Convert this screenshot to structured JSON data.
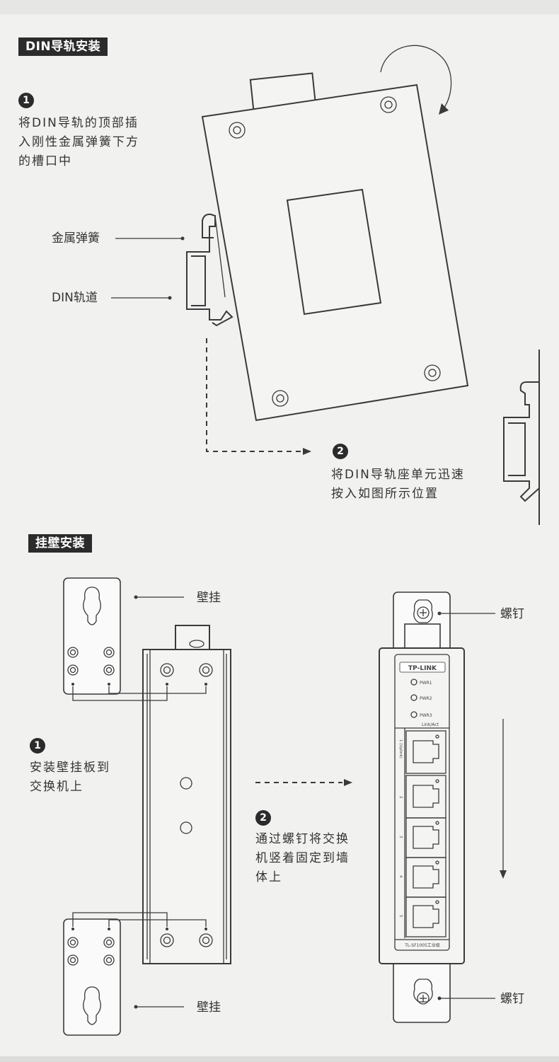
{
  "sections": {
    "din": {
      "title": "DIN导轨安装",
      "step1": {
        "number": "1",
        "lines": [
          "将DIN导轨的顶部插",
          "入刚性金属弹簧下方",
          "的槽口中"
        ]
      },
      "step2": {
        "number": "2",
        "lines": [
          "将DIN导轨座单元迅速",
          "按入如图所示位置"
        ]
      },
      "labels": {
        "spring": "金属弹簧",
        "rail": "DIN轨道"
      }
    },
    "wall": {
      "title": "挂壁安装",
      "step1": {
        "number": "1",
        "lines": [
          "安装壁挂板到",
          "交换机上"
        ]
      },
      "step2": {
        "number": "2",
        "lines": [
          "通过螺钉将交换",
          "机竖着固定到墙",
          "体上"
        ]
      },
      "labels": {
        "bracket_top": "壁挂",
        "bracket_bottom": "壁挂",
        "screw_top": "螺钉",
        "screw_bottom": "螺钉"
      }
    }
  },
  "device": {
    "brand": "TP-LINK",
    "leds": [
      "PWR1",
      "PWR2",
      "PWR3"
    ],
    "port_header": "Link/Act",
    "ports": [
      "1 (Uplink)",
      "2",
      "3",
      "4",
      "5"
    ],
    "model": "TL-SF1005工业级"
  },
  "colors": {
    "ink": "#3a3a3a",
    "background": "#f1f1f0",
    "tag": "#2b2b2b"
  }
}
